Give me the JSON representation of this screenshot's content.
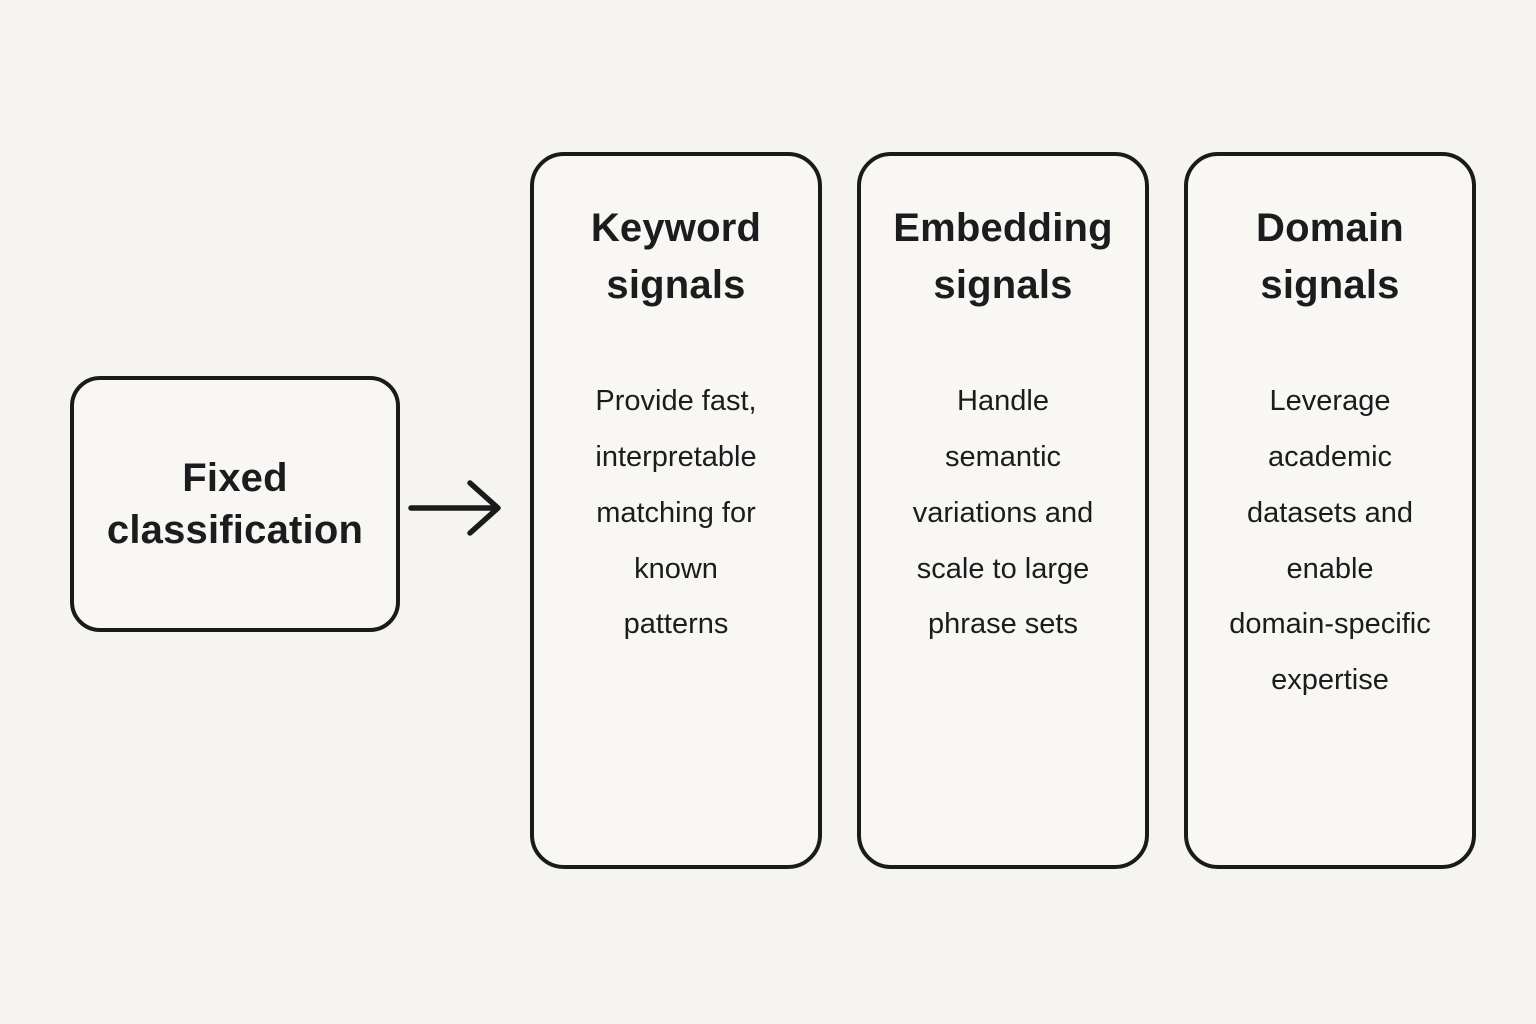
{
  "colors": {
    "background": "#f5f4f1",
    "card_background": "#f8f7f4",
    "border": "#1a1a1a",
    "text": "#1c1c1e"
  },
  "diagram": {
    "source": {
      "label": "Fixed classification"
    },
    "arrow_icon": "arrow-right",
    "cards": [
      {
        "title": "Keyword signals",
        "description": "Provide fast,\ninterpretable\nmatching for\nknown\npatterns"
      },
      {
        "title": "Embedding signals",
        "description": "Handle\nsemantic\nvariations and\nscale to large\nphrase sets"
      },
      {
        "title": "Domain signals",
        "description": "Leverage\nacademic\ndatasets and\nenable\ndomain-specific\nexpertise"
      }
    ]
  }
}
